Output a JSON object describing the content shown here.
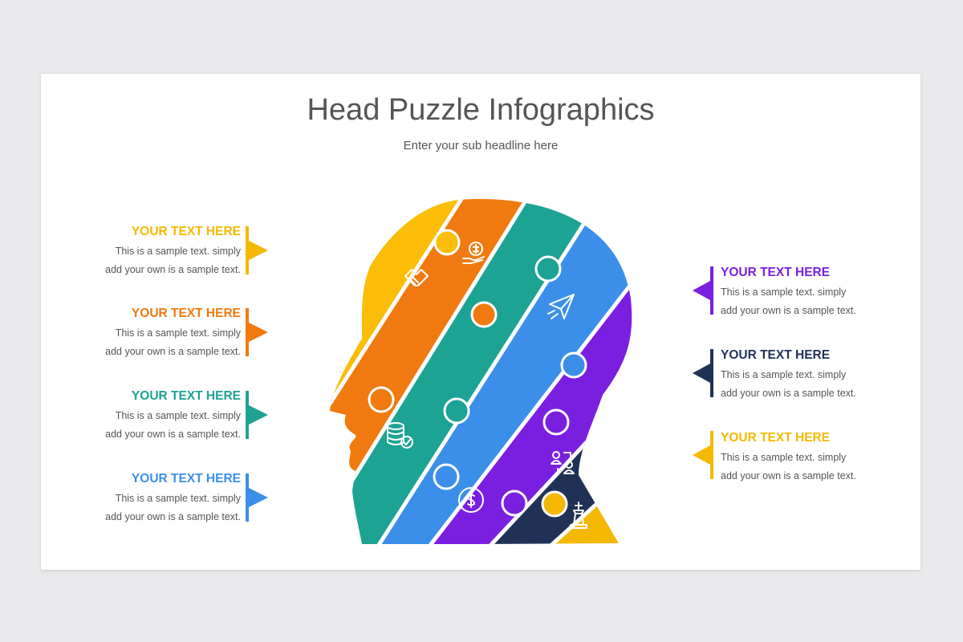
{
  "title": "Head Puzzle Infographics",
  "subtitle": "Enter your sub headline here",
  "left_items": [
    {
      "heading": "YOUR TEXT HERE",
      "line1": "This is a sample text. simply",
      "line2": "add your own is a sample text.",
      "color": "#F5B800"
    },
    {
      "heading": "YOUR TEXT HERE",
      "line1": "This is a sample text. simply",
      "line2": "add your own is a sample text.",
      "color": "#F07A10"
    },
    {
      "heading": "YOUR TEXT HERE",
      "line1": "This is a sample text. simply",
      "line2": "add your own is a sample text.",
      "color": "#1DA394"
    },
    {
      "heading": "YOUR TEXT HERE",
      "line1": "This is a sample text. simply",
      "line2": "add your own is a sample text.",
      "color": "#3B8FE8"
    }
  ],
  "right_items": [
    {
      "heading": "YOUR TEXT HERE",
      "line1": "This is a sample text. simply",
      "line2": "add your own is a sample text.",
      "color": "#7A1FE0"
    },
    {
      "heading": "YOUR TEXT HERE",
      "line1": "This is a sample text. simply",
      "line2": "add your own is a sample text.",
      "color": "#1F3256"
    },
    {
      "heading": "YOUR TEXT HERE",
      "line1": "This is a sample text. simply",
      "line2": "add your own is a sample text.",
      "color": "#F5B800"
    }
  ],
  "puzzle_colors": [
    "#FBBD08",
    "#F07A10",
    "#1DA394",
    "#3B8FE8",
    "#7A1FE0",
    "#1F3256",
    "#F5B800"
  ],
  "icons": [
    "handshake-icon",
    "money-hand-icon",
    "paper-plane-icon",
    "database-check-icon",
    "dollar-circle-icon",
    "people-exchange-icon",
    "chess-king-icon"
  ]
}
